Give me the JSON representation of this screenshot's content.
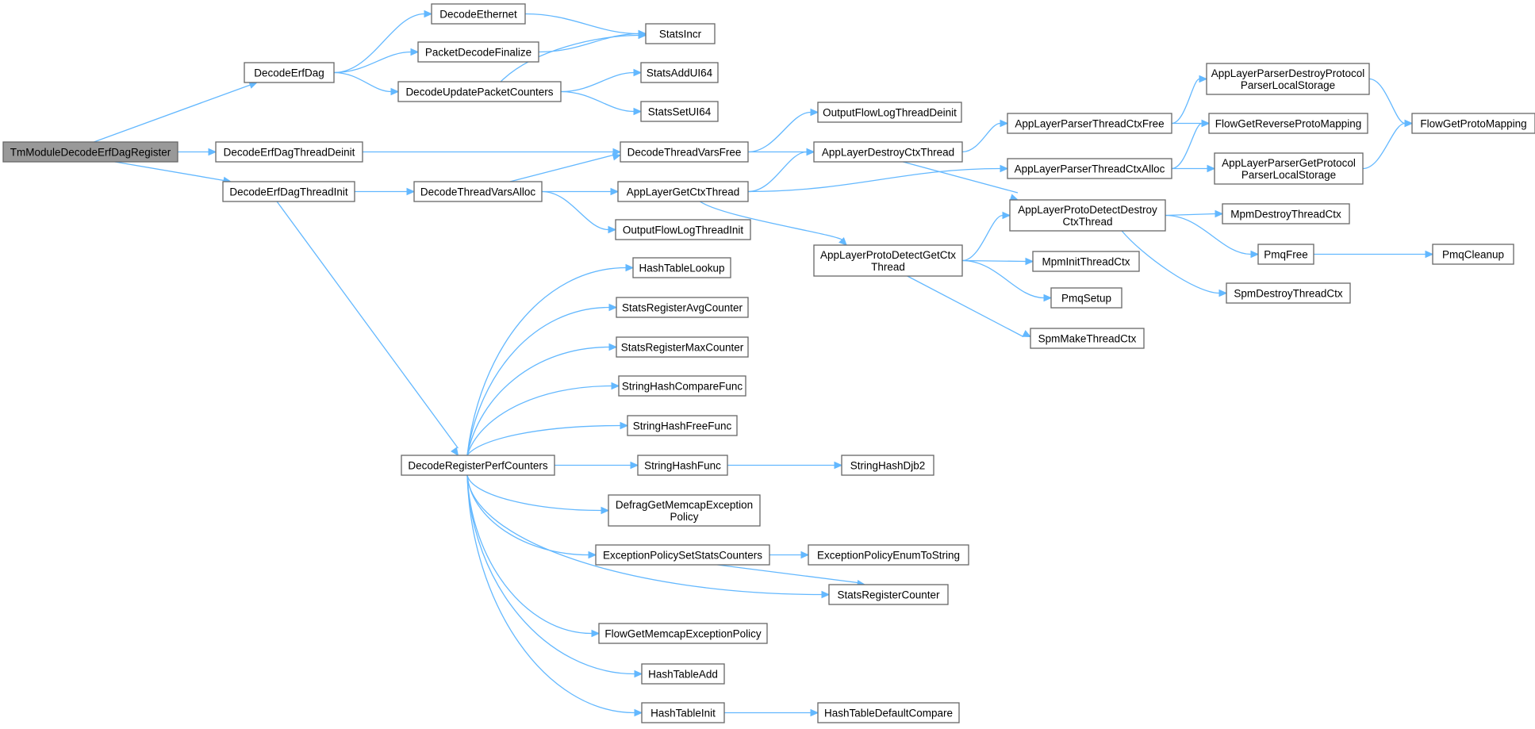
{
  "graph": {
    "colors": {
      "edge": "#63b8ff",
      "root_fill": "#999999",
      "node_fill": "#ffffff",
      "node_border": "#666666"
    },
    "nodes": [
      {
        "id": "root",
        "lines": [
          "TmModuleDecodeErfDagRegister"
        ]
      },
      {
        "id": "decodeErfDag",
        "lines": [
          "DecodeErfDag"
        ]
      },
      {
        "id": "threadDeinit",
        "lines": [
          "DecodeErfDagThreadDeinit"
        ]
      },
      {
        "id": "threadInit",
        "lines": [
          "DecodeErfDagThreadInit"
        ]
      },
      {
        "id": "decodeEthernet",
        "lines": [
          "DecodeEthernet"
        ]
      },
      {
        "id": "packetDecodeFinalize",
        "lines": [
          "PacketDecodeFinalize"
        ]
      },
      {
        "id": "decodeUpdatePacketCounters",
        "lines": [
          "DecodeUpdatePacketCounters"
        ]
      },
      {
        "id": "statsIncr",
        "lines": [
          "StatsIncr"
        ]
      },
      {
        "id": "statsAddUI64",
        "lines": [
          "StatsAddUI64"
        ]
      },
      {
        "id": "statsSetUI64",
        "lines": [
          "StatsSetUI64"
        ]
      },
      {
        "id": "decodeThreadVarsFree",
        "lines": [
          "DecodeThreadVarsFree"
        ]
      },
      {
        "id": "decodeThreadVarsAlloc",
        "lines": [
          "DecodeThreadVarsAlloc"
        ]
      },
      {
        "id": "appLayerGetCtxThread",
        "lines": [
          "AppLayerGetCtxThread"
        ]
      },
      {
        "id": "outputFlowLogThreadInit",
        "lines": [
          "OutputFlowLogThreadInit"
        ]
      },
      {
        "id": "outputFlowLogThreadDeinit",
        "lines": [
          "OutputFlowLogThreadDeinit"
        ]
      },
      {
        "id": "appLayerDestroyCtxThread",
        "lines": [
          "AppLayerDestroyCtxThread"
        ]
      },
      {
        "id": "appLayerProtoDetectGetCtxThread",
        "lines": [
          "AppLayerProtoDetectGetCtx",
          "Thread"
        ]
      },
      {
        "id": "appLayerParserThreadCtxFree",
        "lines": [
          "AppLayerParserThreadCtxFree"
        ]
      },
      {
        "id": "appLayerParserThreadCtxAlloc",
        "lines": [
          "AppLayerParserThreadCtxAlloc"
        ]
      },
      {
        "id": "appLayerProtoDetectDestroyCtxThread",
        "lines": [
          "AppLayerProtoDetectDestroy",
          "CtxThread"
        ]
      },
      {
        "id": "mpmInitThreadCtx",
        "lines": [
          "MpmInitThreadCtx"
        ]
      },
      {
        "id": "pmqSetup",
        "lines": [
          "PmqSetup"
        ]
      },
      {
        "id": "spmMakeThreadCtx",
        "lines": [
          "SpmMakeThreadCtx"
        ]
      },
      {
        "id": "appLayerParserDestroyProtocolParserLocalStorage",
        "lines": [
          "AppLayerParserDestroyProtocol",
          "ParserLocalStorage"
        ]
      },
      {
        "id": "flowGetReverseProtoMapping",
        "lines": [
          "FlowGetReverseProtoMapping"
        ]
      },
      {
        "id": "appLayerParserGetProtocolParserLocalStorage",
        "lines": [
          "AppLayerParserGetProtocol",
          "ParserLocalStorage"
        ]
      },
      {
        "id": "mpmDestroyThreadCtx",
        "lines": [
          "MpmDestroyThreadCtx"
        ]
      },
      {
        "id": "pmqFree",
        "lines": [
          "PmqFree"
        ]
      },
      {
        "id": "spmDestroyThreadCtx",
        "lines": [
          "SpmDestroyThreadCtx"
        ]
      },
      {
        "id": "flowGetProtoMapping",
        "lines": [
          "FlowGetProtoMapping"
        ]
      },
      {
        "id": "pmqCleanup",
        "lines": [
          "PmqCleanup"
        ]
      },
      {
        "id": "decodeRegisterPerfCounters",
        "lines": [
          "DecodeRegisterPerfCounters"
        ]
      },
      {
        "id": "hashTableLookup",
        "lines": [
          "HashTableLookup"
        ]
      },
      {
        "id": "statsRegisterAvgCounter",
        "lines": [
          "StatsRegisterAvgCounter"
        ]
      },
      {
        "id": "statsRegisterMaxCounter",
        "lines": [
          "StatsRegisterMaxCounter"
        ]
      },
      {
        "id": "stringHashCompareFunc",
        "lines": [
          "StringHashCompareFunc"
        ]
      },
      {
        "id": "stringHashFreeFunc",
        "lines": [
          "StringHashFreeFunc"
        ]
      },
      {
        "id": "stringHashFunc",
        "lines": [
          "StringHashFunc"
        ]
      },
      {
        "id": "stringHashDjb2",
        "lines": [
          "StringHashDjb2"
        ]
      },
      {
        "id": "defragGetMemcapExceptionPolicy",
        "lines": [
          "DefragGetMemcapException",
          "Policy"
        ]
      },
      {
        "id": "exceptionPolicySetStatsCounters",
        "lines": [
          "ExceptionPolicySetStatsCounters"
        ]
      },
      {
        "id": "exceptionPolicyEnumToString",
        "lines": [
          "ExceptionPolicyEnumToString"
        ]
      },
      {
        "id": "statsRegisterCounter",
        "lines": [
          "StatsRegisterCounter"
        ]
      },
      {
        "id": "flowGetMemcapExceptionPolicy",
        "lines": [
          "FlowGetMemcapExceptionPolicy"
        ]
      },
      {
        "id": "hashTableAdd",
        "lines": [
          "HashTableAdd"
        ]
      },
      {
        "id": "hashTableInit",
        "lines": [
          "HashTableInit"
        ]
      },
      {
        "id": "hashTableDefaultCompare",
        "lines": [
          "HashTableDefaultCompare"
        ]
      }
    ],
    "edges": [
      [
        "root",
        "decodeErfDag"
      ],
      [
        "root",
        "threadDeinit"
      ],
      [
        "root",
        "threadInit"
      ],
      [
        "decodeErfDag",
        "decodeEthernet"
      ],
      [
        "decodeErfDag",
        "packetDecodeFinalize"
      ],
      [
        "decodeErfDag",
        "decodeUpdatePacketCounters"
      ],
      [
        "decodeEthernet",
        "statsIncr"
      ],
      [
        "packetDecodeFinalize",
        "statsIncr"
      ],
      [
        "decodeUpdatePacketCounters",
        "statsIncr"
      ],
      [
        "decodeUpdatePacketCounters",
        "statsAddUI64"
      ],
      [
        "decodeUpdatePacketCounters",
        "statsSetUI64"
      ],
      [
        "threadDeinit",
        "decodeThreadVarsFree"
      ],
      [
        "threadInit",
        "decodeThreadVarsAlloc"
      ],
      [
        "threadInit",
        "decodeRegisterPerfCounters"
      ],
      [
        "decodeThreadVarsFree",
        "outputFlowLogThreadDeinit"
      ],
      [
        "decodeThreadVarsFree",
        "appLayerDestroyCtxThread"
      ],
      [
        "decodeThreadVarsAlloc",
        "decodeThreadVarsFree"
      ],
      [
        "decodeThreadVarsAlloc",
        "appLayerGetCtxThread"
      ],
      [
        "decodeThreadVarsAlloc",
        "outputFlowLogThreadInit"
      ],
      [
        "appLayerGetCtxThread",
        "appLayerDestroyCtxThread"
      ],
      [
        "appLayerGetCtxThread",
        "appLayerParserThreadCtxAlloc"
      ],
      [
        "appLayerGetCtxThread",
        "appLayerProtoDetectGetCtxThread"
      ],
      [
        "appLayerDestroyCtxThread",
        "appLayerParserThreadCtxFree"
      ],
      [
        "appLayerDestroyCtxThread",
        "appLayerProtoDetectDestroyCtxThread"
      ],
      [
        "appLayerProtoDetectGetCtxThread",
        "appLayerProtoDetectDestroyCtxThread"
      ],
      [
        "appLayerProtoDetectGetCtxThread",
        "mpmInitThreadCtx"
      ],
      [
        "appLayerProtoDetectGetCtxThread",
        "pmqSetup"
      ],
      [
        "appLayerProtoDetectGetCtxThread",
        "spmMakeThreadCtx"
      ],
      [
        "appLayerParserThreadCtxFree",
        "appLayerParserDestroyProtocolParserLocalStorage"
      ],
      [
        "appLayerParserThreadCtxFree",
        "flowGetReverseProtoMapping"
      ],
      [
        "appLayerParserThreadCtxAlloc",
        "flowGetReverseProtoMapping"
      ],
      [
        "appLayerParserThreadCtxAlloc",
        "appLayerParserGetProtocolParserLocalStorage"
      ],
      [
        "appLayerParserDestroyProtocolParserLocalStorage",
        "flowGetProtoMapping"
      ],
      [
        "appLayerParserGetProtocolParserLocalStorage",
        "flowGetProtoMapping"
      ],
      [
        "appLayerProtoDetectDestroyCtxThread",
        "mpmDestroyThreadCtx"
      ],
      [
        "appLayerProtoDetectDestroyCtxThread",
        "pmqFree"
      ],
      [
        "appLayerProtoDetectDestroyCtxThread",
        "spmDestroyThreadCtx"
      ],
      [
        "pmqFree",
        "pmqCleanup"
      ],
      [
        "decodeRegisterPerfCounters",
        "hashTableLookup"
      ],
      [
        "decodeRegisterPerfCounters",
        "statsRegisterAvgCounter"
      ],
      [
        "decodeRegisterPerfCounters",
        "statsRegisterMaxCounter"
      ],
      [
        "decodeRegisterPerfCounters",
        "stringHashCompareFunc"
      ],
      [
        "decodeRegisterPerfCounters",
        "stringHashFreeFunc"
      ],
      [
        "decodeRegisterPerfCounters",
        "stringHashFunc"
      ],
      [
        "decodeRegisterPerfCounters",
        "defragGetMemcapExceptionPolicy"
      ],
      [
        "decodeRegisterPerfCounters",
        "exceptionPolicySetStatsCounters"
      ],
      [
        "decodeRegisterPerfCounters",
        "statsRegisterCounter"
      ],
      [
        "decodeRegisterPerfCounters",
        "flowGetMemcapExceptionPolicy"
      ],
      [
        "decodeRegisterPerfCounters",
        "hashTableAdd"
      ],
      [
        "decodeRegisterPerfCounters",
        "hashTableInit"
      ],
      [
        "stringHashFunc",
        "stringHashDjb2"
      ],
      [
        "exceptionPolicySetStatsCounters",
        "exceptionPolicyEnumToString"
      ],
      [
        "exceptionPolicySetStatsCounters",
        "statsRegisterCounter"
      ],
      [
        "hashTableInit",
        "hashTableDefaultCompare"
      ]
    ]
  }
}
